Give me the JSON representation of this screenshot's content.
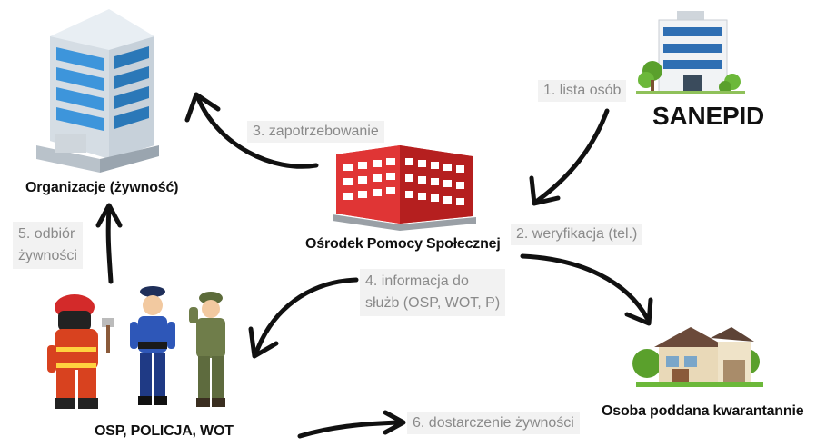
{
  "nodes": {
    "organizacje": "Organizacje (żywność)",
    "sanepid": "SANEPID",
    "ops": "Ośrodek Pomocy Społecznej",
    "services": "OSP, POLICJA, WOT",
    "quarantine": "Osoba poddana kwarantannie"
  },
  "steps": {
    "s1": "1. lista osób",
    "s2": "2. weryfikacja (tel.)",
    "s3": "3. zapotrzebowanie",
    "s4_line1": "4. informacja do",
    "s4_line2": "służb (OSP, WOT, P)",
    "s5_line1": "5. odbiór",
    "s5_line2": "żywności",
    "s6": "6. dostarczenie żywności"
  },
  "icons": {
    "organizacje": "office-tower-icon",
    "sanepid": "office-building-icon",
    "ops": "red-building-icon",
    "quarantine": "house-icon",
    "firefighter": "firefighter-icon",
    "police": "police-officer-icon",
    "soldier": "soldier-icon"
  },
  "colors": {
    "ops_building": "#d32a2a",
    "tower_glass": "#4aa3e0",
    "step_text": "#8a8a8a",
    "step_bg": "#f2f2f2"
  }
}
